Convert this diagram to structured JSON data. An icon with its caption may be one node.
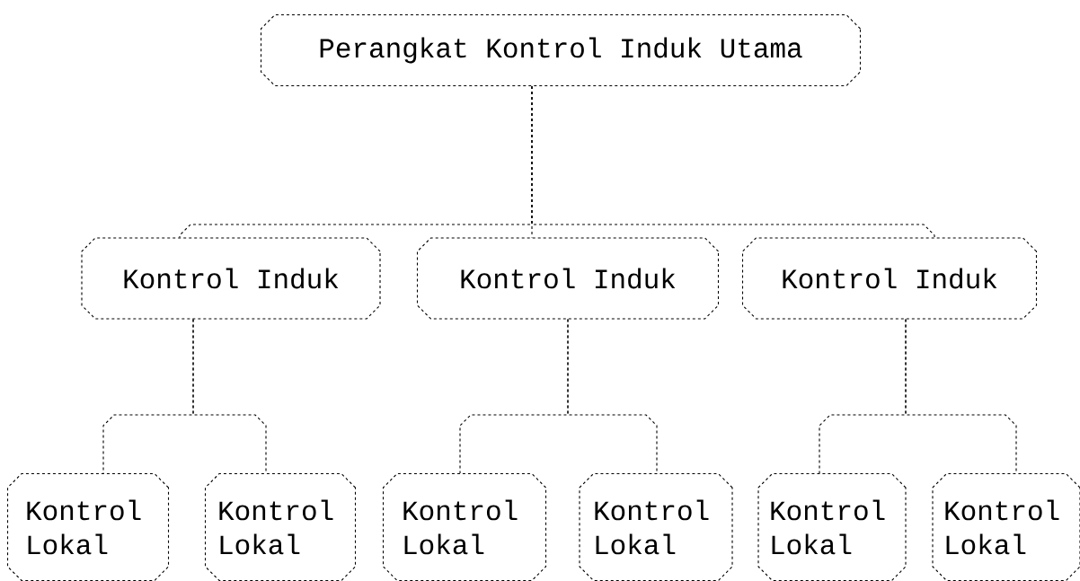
{
  "diagram": {
    "nodes": [
      {
        "text": [
          "Perangkat Kontrol Induk Utama"
        ]
      },
      {
        "text": [
          "Kontrol Induk"
        ]
      },
      {
        "text": [
          "Kontrol Induk"
        ]
      },
      {
        "text": [
          "Kontrol Induk"
        ]
      },
      {
        "text": [
          "Kontrol Lokal"
        ]
      },
      {
        "text": [
          "Kontrol Lokal"
        ]
      },
      {
        "text": [
          "Kontrol Lokal"
        ]
      },
      {
        "text": [
          "Kontrol Lokal"
        ]
      },
      {
        "text": [
          "Kontrol Lokal"
        ]
      },
      {
        "text": [
          "Kontrol Lokal"
        ]
      }
    ],
    "edges": [
      {
        "from": 0,
        "to": 1,
        "arrow": "none",
        "style": "dashed"
      },
      {
        "from": 0,
        "to": 2,
        "arrow": "none",
        "style": "dashed"
      },
      {
        "from": 0,
        "to": 3,
        "arrow": "none",
        "style": "dashed"
      },
      {
        "from": 1,
        "to": 4,
        "arrow": "none",
        "style": "dashed"
      },
      {
        "from": 1,
        "to": 5,
        "arrow": "none",
        "style": "dashed"
      },
      {
        "from": 2,
        "to": 6,
        "arrow": "none",
        "style": "dashed"
      },
      {
        "from": 2,
        "to": 7,
        "arrow": "none",
        "style": "dashed"
      },
      {
        "from": 3,
        "to": 8,
        "arrow": "none",
        "style": "dashed"
      },
      {
        "from": 3,
        "to": 9,
        "arrow": "none",
        "style": "dashed"
      }
    ]
  }
}
